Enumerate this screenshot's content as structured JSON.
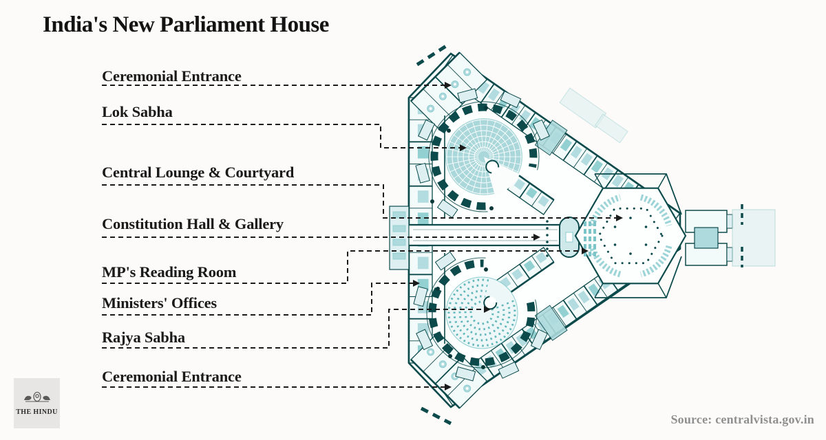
{
  "title": "India's New Parliament House",
  "labels": [
    {
      "id": "ceremonial-entrance-top",
      "text": "Ceremonial Entrance"
    },
    {
      "id": "lok-sabha",
      "text": "Lok Sabha"
    },
    {
      "id": "central-lounge-courtyard",
      "text": "Central Lounge & Courtyard"
    },
    {
      "id": "constitution-hall-gallery",
      "text": "Constitution Hall & Gallery"
    },
    {
      "id": "mps-reading-room",
      "text": "MP's Reading Room"
    },
    {
      "id": "ministers-offices",
      "text": "Ministers' Offices"
    },
    {
      "id": "rajya-sabha",
      "text": "Rajya Sabha"
    },
    {
      "id": "ceremonial-entrance-bottom",
      "text": "Ceremonial Entrance"
    }
  ],
  "branding": {
    "logo_text": "THE HINDU"
  },
  "source_note": "Source: centralvista.gov.in",
  "colors": {
    "plan_dark": "#0c4a4b",
    "plan_mid": "#8ccdd0",
    "plan_light": "#aedadd",
    "plan_wash": "#ddeff0",
    "label_ink": "#1a1a1a",
    "source_gray": "#8f8f8f",
    "background": "#fcfbfa"
  }
}
